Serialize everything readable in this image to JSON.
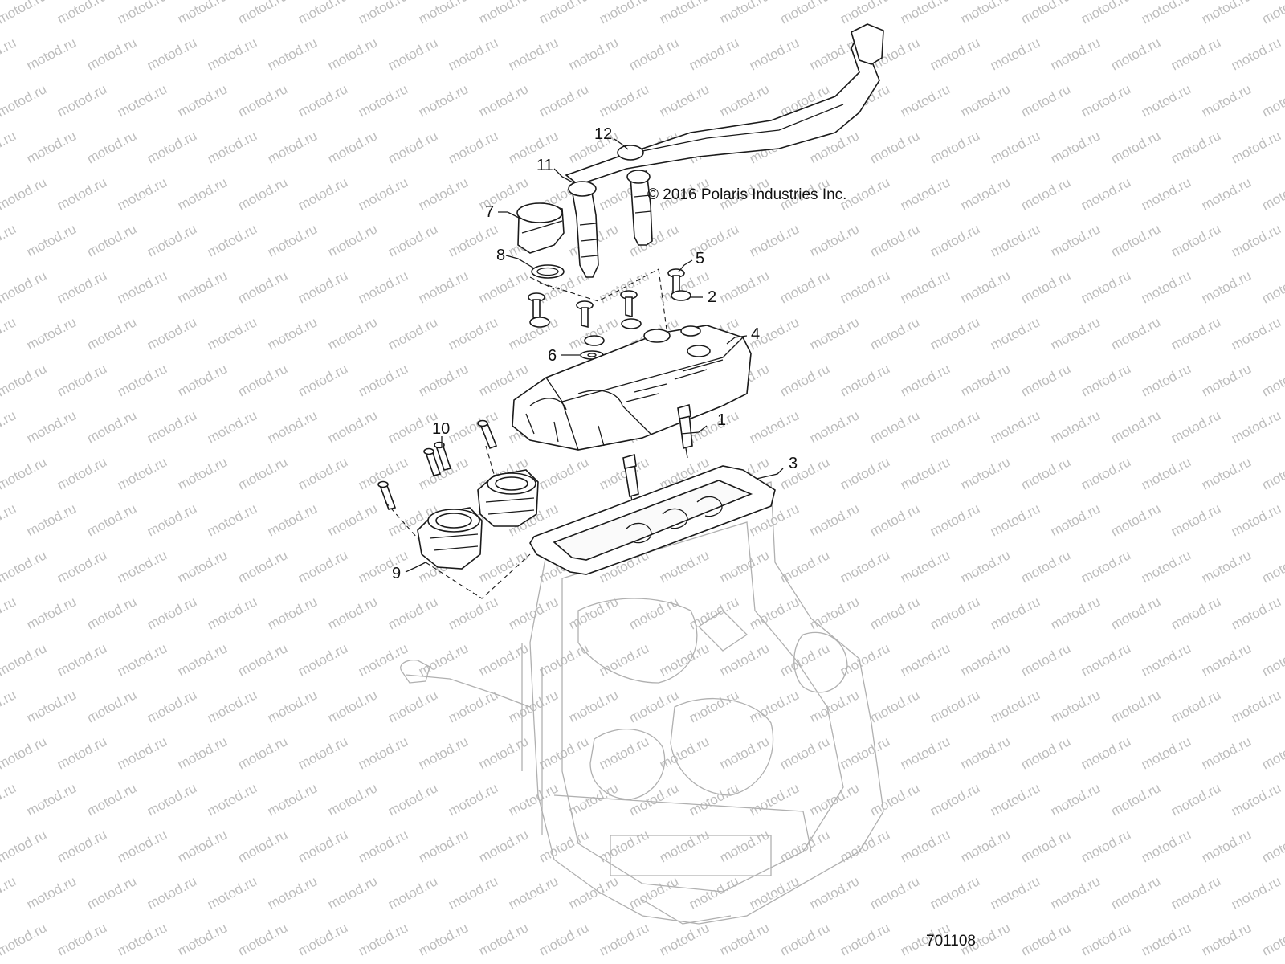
{
  "watermark": {
    "text": "motod.ru",
    "color": "#bdbdbd"
  },
  "diagram": {
    "copyright": "© 2016 Polaris Industries Inc.",
    "figure_number": "701108",
    "callouts": [
      {
        "id": "1",
        "label": "1"
      },
      {
        "id": "2",
        "label": "2"
      },
      {
        "id": "3",
        "label": "3"
      },
      {
        "id": "4",
        "label": "4"
      },
      {
        "id": "5",
        "label": "5"
      },
      {
        "id": "6",
        "label": "6"
      },
      {
        "id": "7",
        "label": "7"
      },
      {
        "id": "8",
        "label": "8"
      },
      {
        "id": "9",
        "label": "9"
      },
      {
        "id": "10",
        "label": "10"
      },
      {
        "id": "11",
        "label": "11"
      },
      {
        "id": "12",
        "label": "12"
      }
    ]
  }
}
